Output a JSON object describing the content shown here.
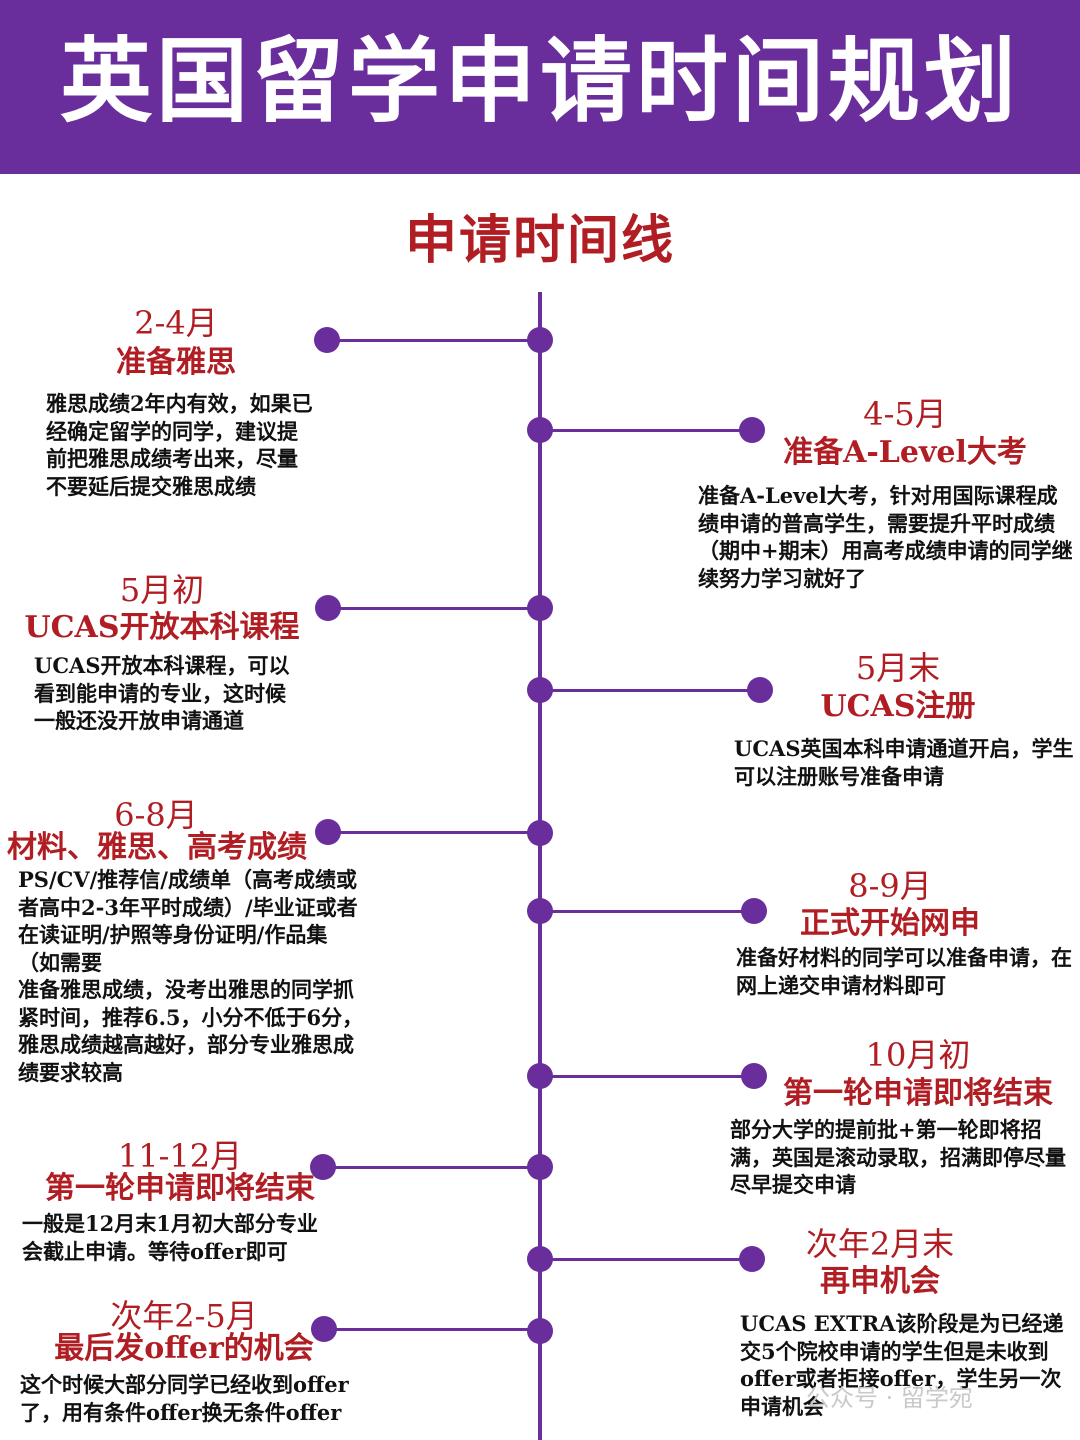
{
  "header": {
    "title": "英国留学申请时间规划"
  },
  "timeline": {
    "title": "申请时间线",
    "events": [
      {
        "date": "2-4月",
        "heading": "准备雅思",
        "description": "雅思成绩2年内有效，如果已经确定留学的同学，建议提前把雅思成绩考出来，尽量不要延后提交雅思成绩"
      },
      {
        "date": "4-5月",
        "heading": "准备A-Level大考",
        "description": "准备A-Level大考，针对用国际课程成绩申请的普高学生，需要提升平时成绩（期中+期末）用高考成绩申请的同学继续努力学习就好了"
      },
      {
        "date": "5月初",
        "heading": "UCAS开放本科课程",
        "description": "UCAS开放本科课程，可以看到能申请的专业，这时候一般还没开放申请通道"
      },
      {
        "date": "5月末",
        "heading": "UCAS注册",
        "description": "UCAS英国本科申请通道开启，学生可以注册账号准备申请"
      },
      {
        "date": "6-8月",
        "heading": "材料、雅思、高考成绩",
        "description": "PS/CV/推荐信/成绩单（高考成绩或者高中2-3年平时成绩）/毕业证或者在读证明/护照等身份证明/作品集（如需要\n准备雅思成绩，没考出雅思的同学抓紧时间，推荐6.5，小分不低于6分，雅思成绩越高越好，部分专业雅思成绩要求较高"
      },
      {
        "date": "8-9月",
        "heading": "正式开始网申",
        "description": "准备好材料的同学可以准备申请，在网上递交申请材料即可"
      },
      {
        "date": "10月初",
        "heading": "第一轮申请即将结束",
        "description": "部分大学的提前批+第一轮即将招满，英国是滚动录取，招满即停尽量尽早提交申请"
      },
      {
        "date": "11-12月",
        "heading": "第一轮申请即将结束",
        "description": "一般是12月末1月初大部分专业会截止申请。等待offer即可"
      },
      {
        "date": "次年2月末",
        "heading": "再申机会",
        "description": "UCAS EXTRA该阶段是为已经递交5个院校申请的学生但是未收到offer或者拒接offer，学生另一次申请机会"
      },
      {
        "date": "次年2-5月",
        "heading": "最后发offer的机会",
        "description": "这个时候大部分同学已经收到offer了，用有条件offer换无条件offer"
      }
    ]
  },
  "watermark": {
    "text": "公众号 · 留学宛"
  }
}
